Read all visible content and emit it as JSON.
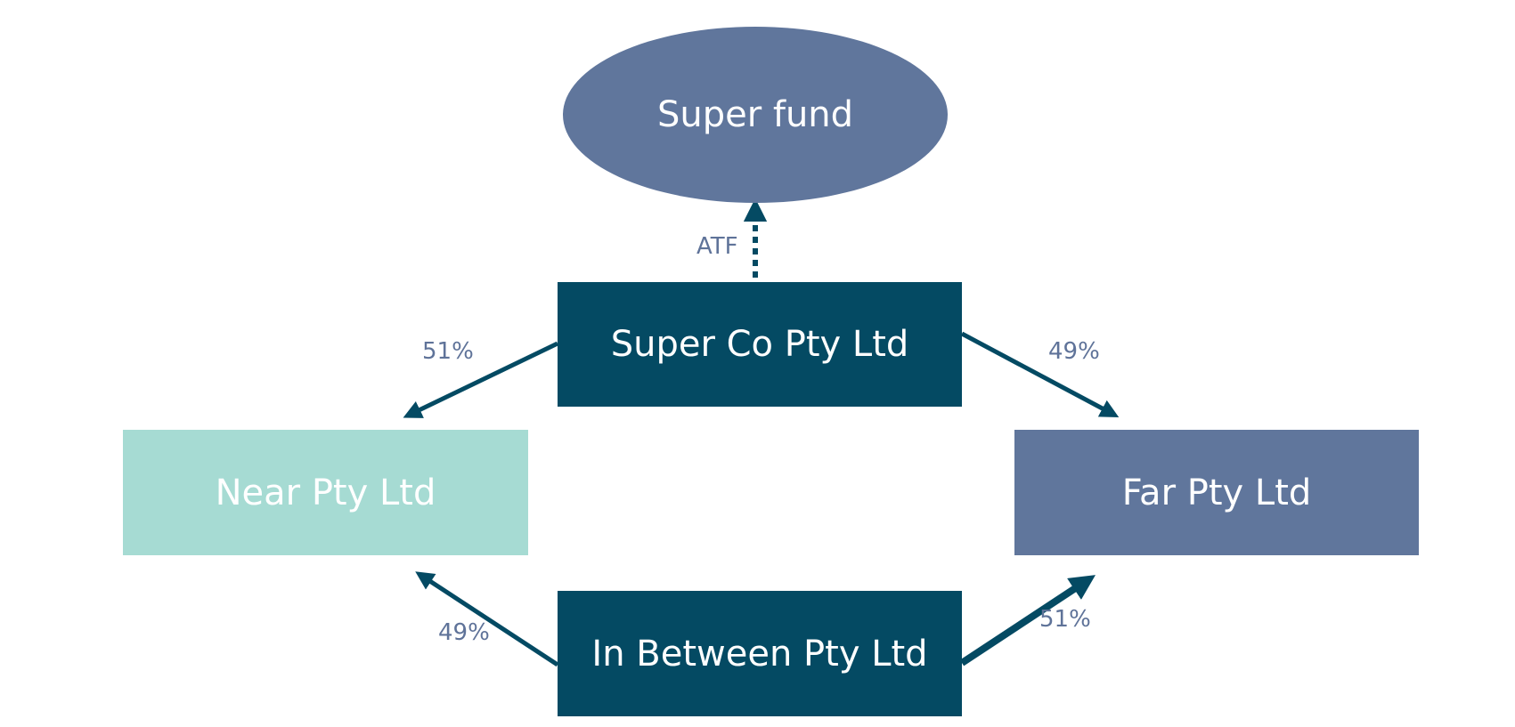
{
  "colors": {
    "dark_teal": "#044a63",
    "slate_blue": "#60769c",
    "mint": "#a6dbd3",
    "label_text": "#5f7399",
    "node_text": "#ffffff"
  },
  "nodes": {
    "super_fund": "Super fund",
    "super_co": "Super Co Pty Ltd",
    "near": "Near Pty Ltd",
    "far": "Far Pty Ltd",
    "in_between": "In Between Pty Ltd"
  },
  "edges": [
    {
      "from": "super_co",
      "to": "super_fund",
      "label": "ATF",
      "style": "dotted"
    },
    {
      "from": "super_co",
      "to": "near",
      "label": "51%",
      "style": "solid"
    },
    {
      "from": "super_co",
      "to": "far",
      "label": "49%",
      "style": "solid"
    },
    {
      "from": "in_between",
      "to": "near",
      "label": "49%",
      "style": "solid"
    },
    {
      "from": "in_between",
      "to": "far",
      "label": "51%",
      "style": "solid-heavy"
    }
  ]
}
